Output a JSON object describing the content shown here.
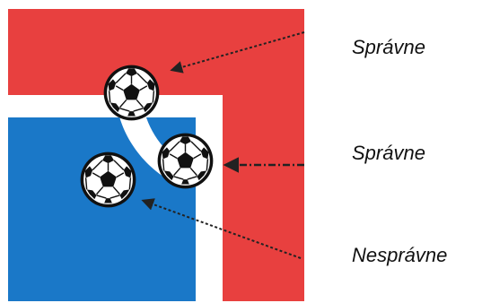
{
  "colors": {
    "field_red": "#e8403f",
    "field_blue": "#1a78c8",
    "line_white": "#ffffff",
    "ball_black": "#111111",
    "arrow": "#222222"
  },
  "icons": {
    "ball": "soccer-ball-icon",
    "arrow": "dashed-arrow-icon"
  },
  "labels": [
    {
      "text": "Správne"
    },
    {
      "text": "Správne"
    },
    {
      "text": "Nesprávne"
    }
  ]
}
